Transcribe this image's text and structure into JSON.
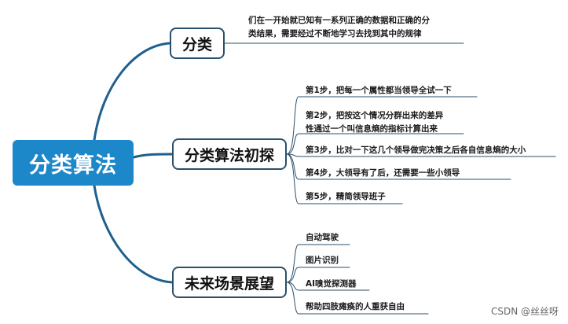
{
  "root": {
    "label": "分类算法"
  },
  "branches": [
    {
      "label": "分类",
      "leaves": [
        {
          "lines": [
            "们在一开始就已知有一系列正确的数据和正确的分",
            "类结果，需要经过不断地学习去找到其中的规律"
          ]
        }
      ]
    },
    {
      "label": "分类算法初探",
      "leaves": [
        {
          "lines": [
            "第1步，把每一个属性都当领导全试一下"
          ]
        },
        {
          "lines": [
            "第2步，把按这个情况分群出来的差异",
            "性通过一个叫信息熵的指标计算出来"
          ]
        },
        {
          "lines": [
            "第3步，比对一下这几个领导做完决策之后各自信息熵的大小"
          ]
        },
        {
          "lines": [
            "第4步，大领导有了后，还需要一些小领导"
          ]
        },
        {
          "lines": [
            "第5步，精简领导班子"
          ]
        }
      ]
    },
    {
      "label": "未来场景展望",
      "leaves": [
        {
          "lines": [
            "自动驾驶"
          ]
        },
        {
          "lines": [
            "图片识别"
          ]
        },
        {
          "lines": [
            "AI嗅觉探测器"
          ]
        },
        {
          "lines": [
            "帮助四肢瘫痪的人重获自由"
          ]
        }
      ]
    }
  ],
  "watermark": "CSDN @丝丝呀",
  "colors": {
    "root_fill": "#1d88c9",
    "connector": "#1d5f8f",
    "leaf_line": "#2b4f6a"
  }
}
